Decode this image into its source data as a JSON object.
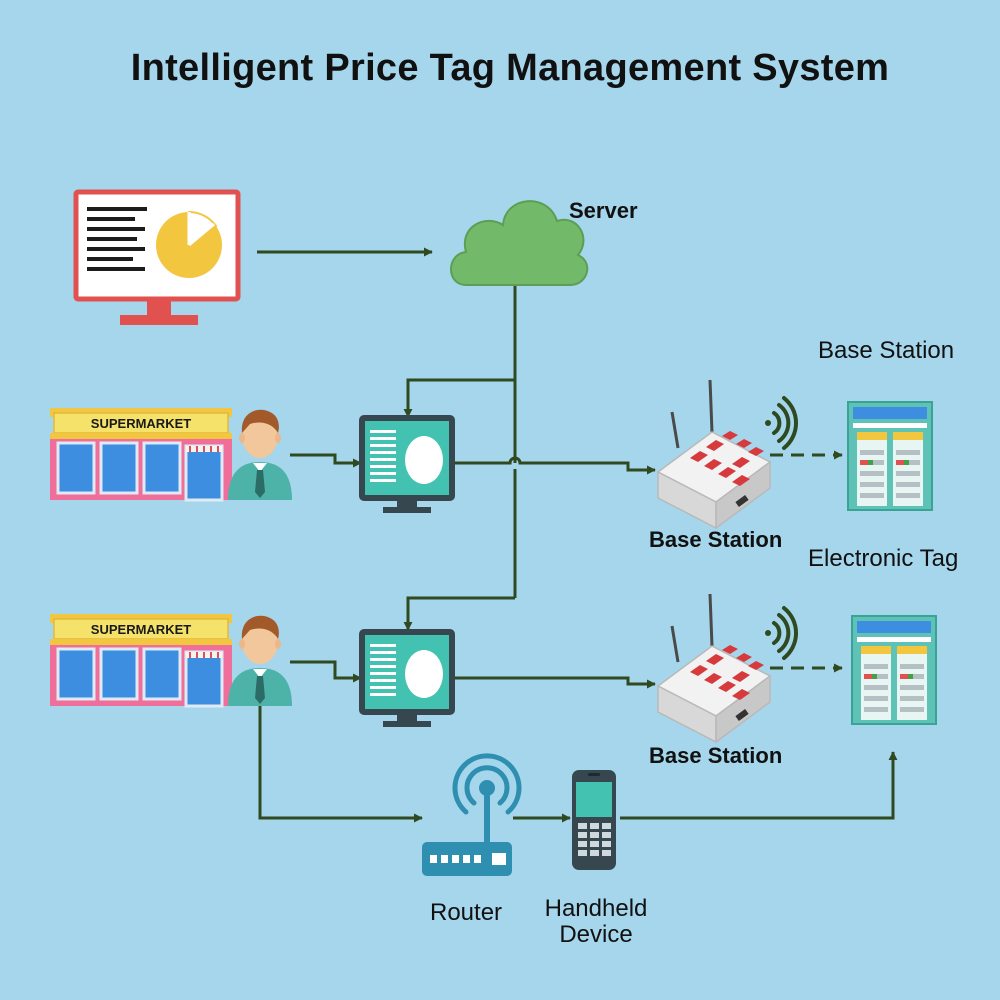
{
  "title": "Intelligent Price Tag Management System",
  "labels": {
    "server": "Server",
    "base_station_top": "Base Station",
    "base_station_1": "Base Station",
    "base_station_2": "Base Station",
    "electronic_tag": "Electronic Tag",
    "router": "Router",
    "handheld_device": "Handheld\nDevice"
  },
  "stores": {
    "sign_1": "SUPERMARKET",
    "sign_2": "SUPERMARKET"
  },
  "colors": {
    "background": "#a6d6eb",
    "connector": "#2f4a21",
    "cloud": "#72b96a",
    "admin_monitor": "#e0514f",
    "store_monitor": "#37474f",
    "base_station_keys": "#d63a3d",
    "tag_body": "#5fc2b6",
    "router": "#2f8fb0"
  },
  "icons": {
    "admin": "monitor-with-pie-chart-icon",
    "server": "cloud-icon",
    "store": "supermarket-storefront-icon",
    "staff": "employee-avatar-icon",
    "terminal": "store-terminal-monitor-icon",
    "base_station": "base-station-router-icon",
    "signal": "wireless-signal-icon",
    "tag": "electronic-shelf-tag-icon",
    "router": "wifi-router-icon",
    "handheld": "handheld-phone-icon"
  }
}
